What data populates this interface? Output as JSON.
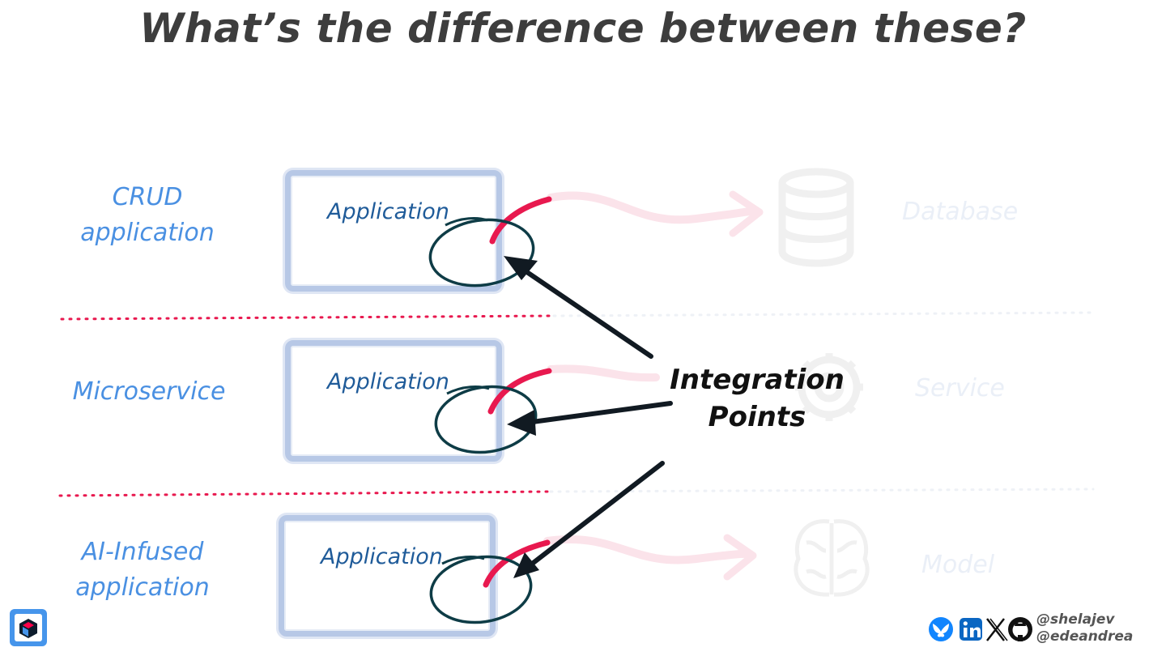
{
  "title": "What’s the difference between these?",
  "rows": [
    {
      "label_line1": "CRUD",
      "label_line2": "application",
      "app_label": "Application",
      "target_label": "Database",
      "target_icon": "database-icon"
    },
    {
      "label_line1": "Microservice",
      "label_line2": "",
      "app_label": "Application",
      "target_label": "Service",
      "target_icon": "gear-icon"
    },
    {
      "label_line1": "AI-Infused",
      "label_line2": "application",
      "app_label": "Application",
      "target_label": "Model",
      "target_icon": "brain-icon"
    }
  ],
  "integration_points": {
    "line1": "Integration",
    "line2": "Points"
  },
  "footer": {
    "handle1": "@shelajev",
    "handle2": "@edeandrea",
    "icons": [
      "bluesky-icon",
      "linkedin-icon",
      "x-icon",
      "github-icon"
    ]
  },
  "colors": {
    "title": "#3d3d3d",
    "row_label": "#4a90e2",
    "app_label": "#1f5b99",
    "app_box": "#b7c8e6",
    "accent": "#e8194f",
    "faded": "#eaeff7",
    "arrow": "#111a22"
  }
}
